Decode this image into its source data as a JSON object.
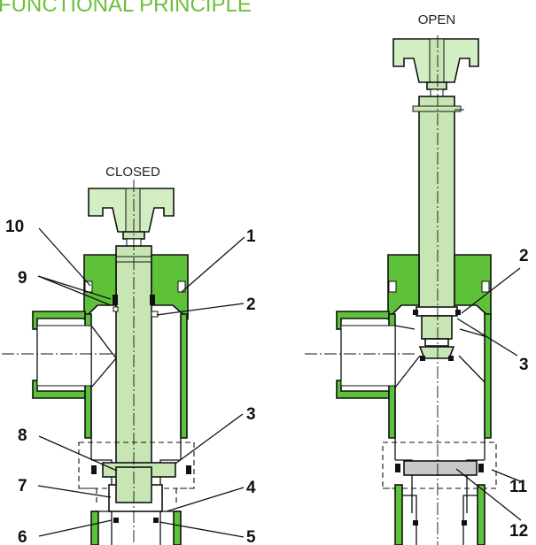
{
  "title": "FUNCTIONAL PRINCIPLE",
  "states": {
    "closed": "CLOSED",
    "open": "OPEN"
  },
  "colors": {
    "body": "#5dc23a",
    "stem": "#c8e6b4",
    "handle": "#d4eec4",
    "outline": "#111111",
    "seal": "#ffffff",
    "title": "#6cbf3a"
  },
  "labels": {
    "closed": [
      "10",
      "9",
      "1",
      "2",
      "3",
      "8",
      "4",
      "7",
      "6",
      "5"
    ],
    "open": [
      "2",
      "3",
      "11",
      "12"
    ]
  }
}
